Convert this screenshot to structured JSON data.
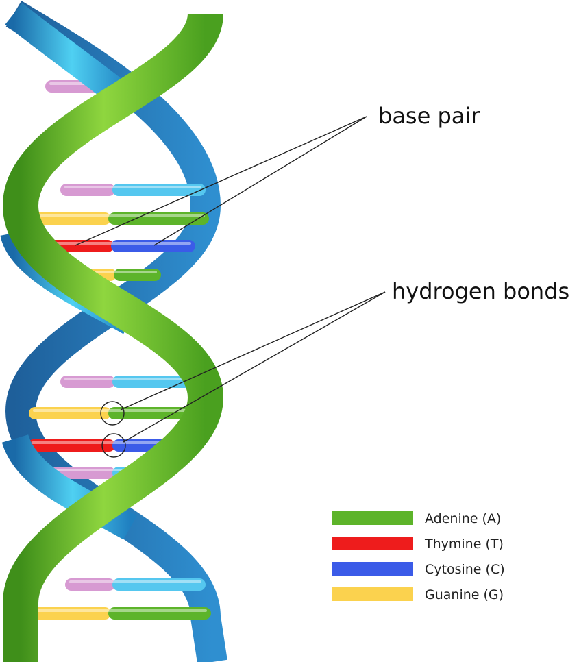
{
  "labels": {
    "base_pair": "base pair",
    "hydrogen_bonds": "hydrogen bonds"
  },
  "legend": [
    {
      "label": "Adenine (A)",
      "color": "#5db42a"
    },
    {
      "label": "Thymine (T)",
      "color": "#ee1c1c"
    },
    {
      "label": "Cytosine (C)",
      "color": "#3b5be8"
    },
    {
      "label": "Guanine (G)",
      "color": "#fbd24e"
    }
  ],
  "colors": {
    "green_strand": "#6cc330",
    "green_strand_dark": "#3f8f1a",
    "blue_strand": "#3bbbe6",
    "blue_strand_dark": "#1a6aa8",
    "pink_base": "#d79ad2",
    "light_blue_base": "#55c7ef"
  },
  "base_pairs": [
    {
      "left": "pink",
      "right": "lightblue"
    },
    {
      "left": "pink",
      "right": "lightblue"
    },
    {
      "left": "guanine",
      "right": "adenine"
    },
    {
      "left": "thymine",
      "right": "cytosine"
    },
    {
      "left": "guanine",
      "right": "adenine"
    },
    {
      "left": "pink",
      "right": "lightblue"
    },
    {
      "left": "guanine",
      "right": "adenine"
    },
    {
      "left": "thymine",
      "right": "cytosine"
    },
    {
      "left": "pink",
      "right": "lightblue"
    },
    {
      "left": "pink",
      "right": "lightblue"
    },
    {
      "left": "guanine",
      "right": "adenine"
    }
  ]
}
